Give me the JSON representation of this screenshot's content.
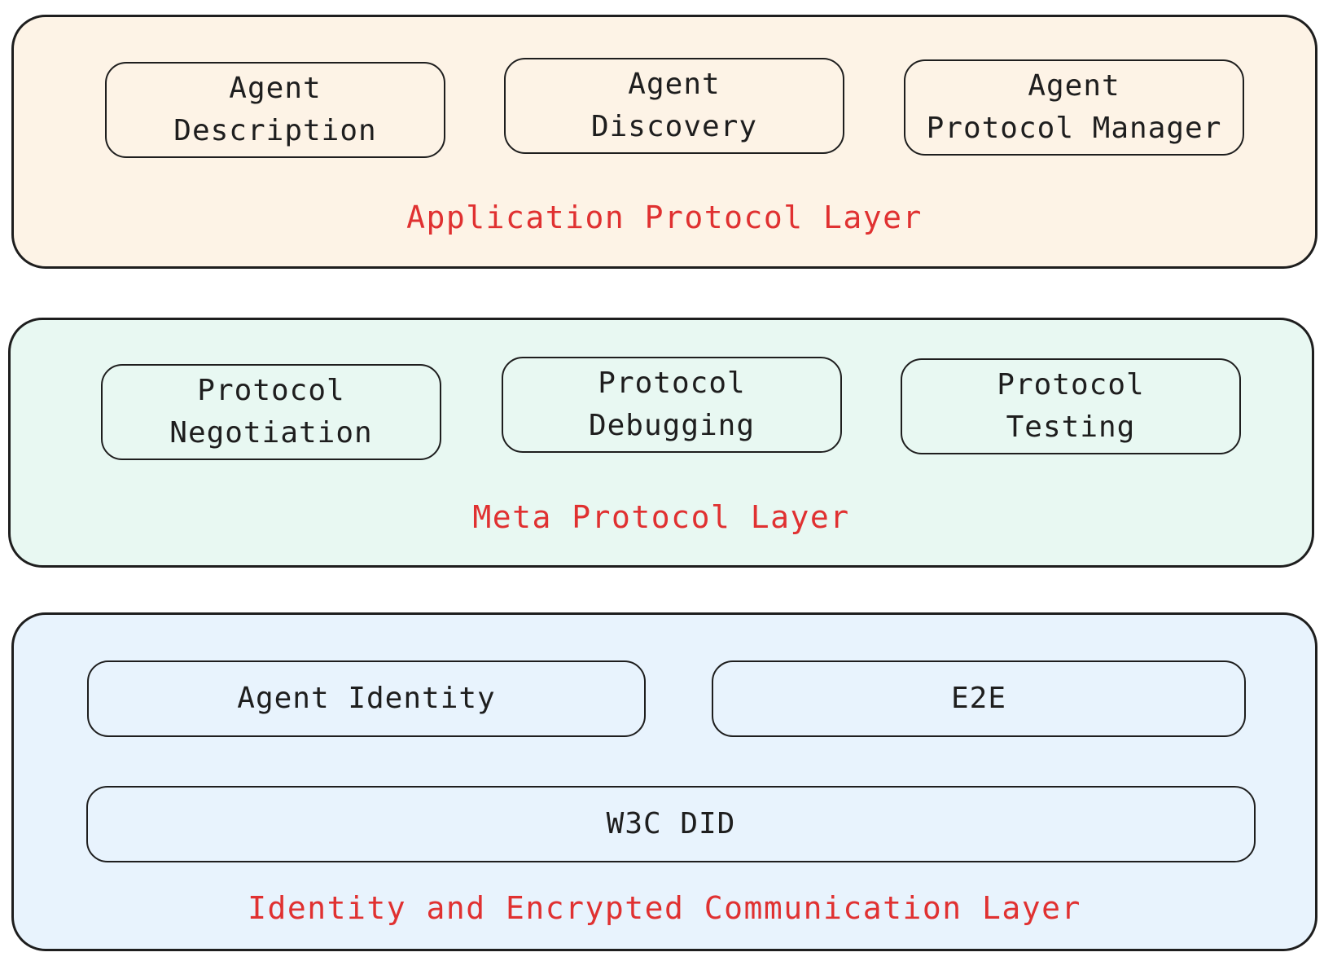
{
  "colors": {
    "stroke": "#1e1e1e",
    "label": "#e03131",
    "application_layer_fill": "#fdf3e6",
    "meta_layer_fill": "#e8f8f2",
    "identity_layer_fill": "#e8f3fd"
  },
  "application_layer": {
    "label": "Application Protocol Layer",
    "boxes": [
      "Agent\nDescription",
      "Agent\nDiscovery",
      "Agent\nProtocol Manager"
    ]
  },
  "meta_layer": {
    "label": "Meta Protocol Layer",
    "boxes": [
      "Protocol\nNegotiation",
      "Protocol\nDebugging",
      "Protocol\nTesting"
    ]
  },
  "identity_layer": {
    "label": "Identity and Encrypted Communication Layer",
    "boxes": [
      "Agent Identity",
      "E2E",
      "W3C DID"
    ]
  }
}
